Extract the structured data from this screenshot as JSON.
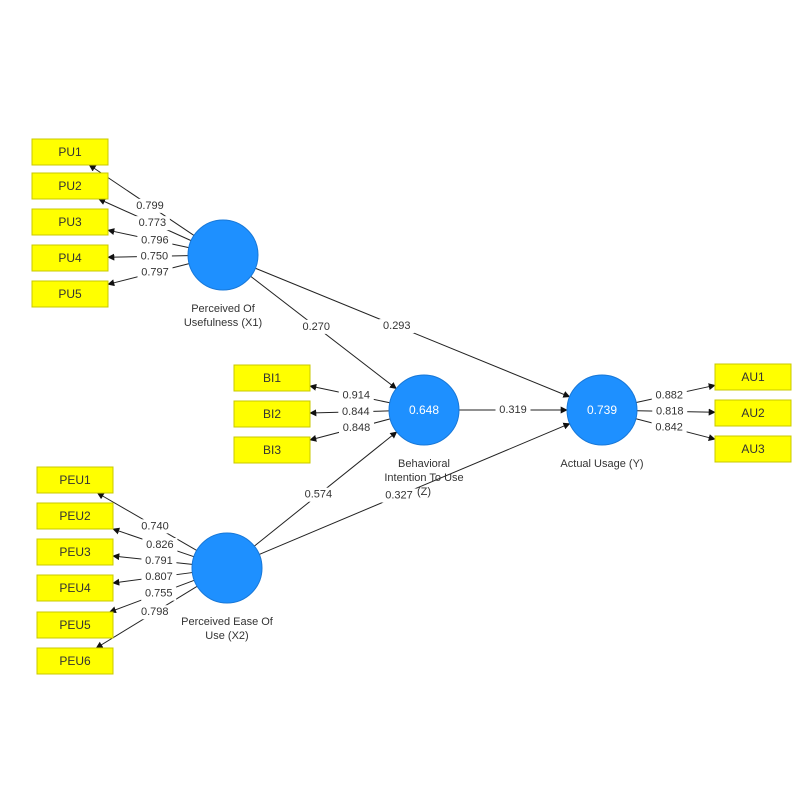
{
  "latents": [
    {
      "id": "X1",
      "lines": [
        "Perceived Of",
        "Usefulness (X1)"
      ],
      "value": ""
    },
    {
      "id": "X2",
      "lines": [
        "Perceived Ease Of",
        "Use (X2)"
      ],
      "value": ""
    },
    {
      "id": "Z",
      "lines": [
        "Behavioral",
        "Intention To Use",
        "(Z)"
      ],
      "value": "0.648"
    },
    {
      "id": "Y",
      "lines": [
        "Actual Usage (Y)"
      ],
      "value": "0.739"
    }
  ],
  "indicators": [
    {
      "label": "PU1",
      "latent": "X1",
      "loading": "0.799"
    },
    {
      "label": "PU2",
      "latent": "X1",
      "loading": "0.773"
    },
    {
      "label": "PU3",
      "latent": "X1",
      "loading": "0.796"
    },
    {
      "label": "PU4",
      "latent": "X1",
      "loading": "0.750"
    },
    {
      "label": "PU5",
      "latent": "X1",
      "loading": "0.797"
    },
    {
      "label": "BI1",
      "latent": "Z",
      "loading": "0.914"
    },
    {
      "label": "BI2",
      "latent": "Z",
      "loading": "0.844"
    },
    {
      "label": "BI3",
      "latent": "Z",
      "loading": "0.848"
    },
    {
      "label": "PEU1",
      "latent": "X2",
      "loading": "0.740"
    },
    {
      "label": "PEU2",
      "latent": "X2",
      "loading": "0.826"
    },
    {
      "label": "PEU3",
      "latent": "X2",
      "loading": "0.791"
    },
    {
      "label": "PEU4",
      "latent": "X2",
      "loading": "0.807"
    },
    {
      "label": "PEU5",
      "latent": "X2",
      "loading": "0.755"
    },
    {
      "label": "PEU6",
      "latent": "X2",
      "loading": "0.798"
    },
    {
      "label": "AU1",
      "latent": "Y",
      "loading": "0.882"
    },
    {
      "label": "AU2",
      "latent": "Y",
      "loading": "0.818"
    },
    {
      "label": "AU3",
      "latent": "Y",
      "loading": "0.842"
    }
  ],
  "paths": [
    {
      "from": "X1",
      "to": "Z",
      "coef": "0.270"
    },
    {
      "from": "X1",
      "to": "Y",
      "coef": "0.293"
    },
    {
      "from": "X2",
      "to": "Z",
      "coef": "0.574"
    },
    {
      "from": "X2",
      "to": "Y",
      "coef": "0.327"
    },
    {
      "from": "Z",
      "to": "Y",
      "coef": "0.319"
    }
  ],
  "colors": {
    "latent_fill": "#1e90ff",
    "indicator_fill": "#ffff00",
    "edge": "#222222"
  }
}
